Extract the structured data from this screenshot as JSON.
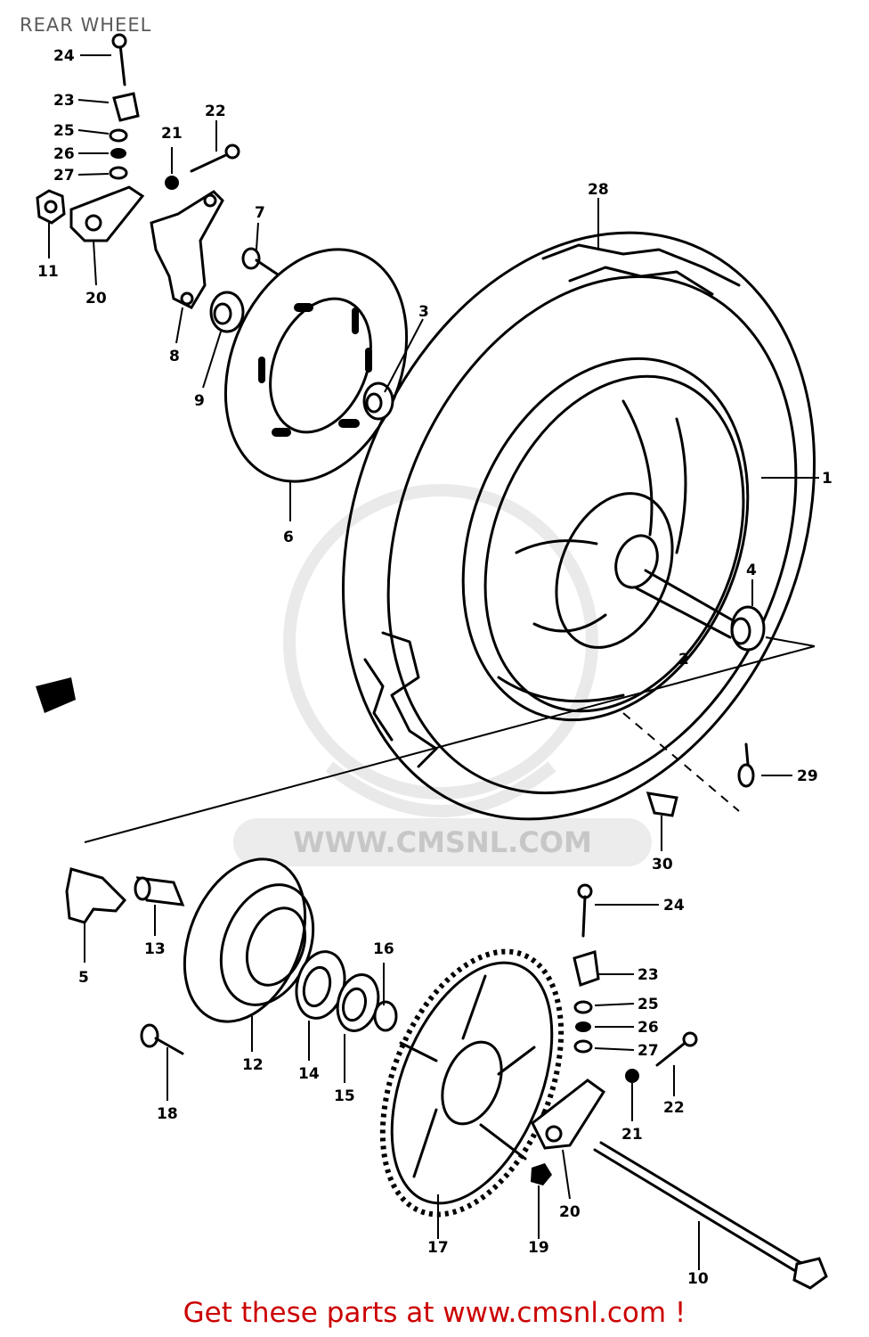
{
  "title": "REAR WHEEL",
  "watermark": "WWW.CMSNL.COM",
  "footer": "Get these parts at www.cmsnl.com !",
  "callouts": {
    "c1": "1",
    "c2": "2",
    "c3": "3",
    "c4": "4",
    "c5": "5",
    "c6": "6",
    "c7": "7",
    "c8": "8",
    "c9": "9",
    "c10": "10",
    "c11": "11",
    "c12": "12",
    "c13": "13",
    "c14": "14",
    "c15": "15",
    "c16": "16",
    "c17": "17",
    "c18": "18",
    "c19": "19",
    "c20a": "20",
    "c20b": "20",
    "c21a": "21",
    "c21b": "21",
    "c22a": "22",
    "c22b": "22",
    "c23a": "23",
    "c23b": "23",
    "c24a": "24",
    "c24b": "24",
    "c25a": "25",
    "c25b": "25",
    "c26a": "26",
    "c26b": "26",
    "c27a": "27",
    "c27b": "27",
    "c28": "28",
    "c29": "29",
    "c30": "30"
  },
  "colors": {
    "footer": "#cc0000",
    "title": "#5a5a5a",
    "line": "#000000"
  }
}
